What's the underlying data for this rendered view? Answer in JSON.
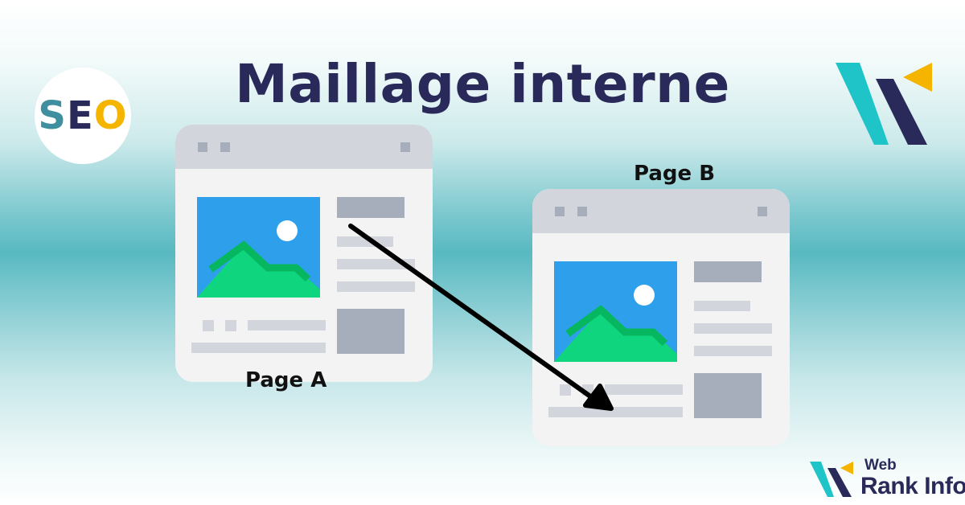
{
  "title": "Maillage interne",
  "seo_badge": {
    "s": "S",
    "e": "E",
    "o": "O"
  },
  "brand": {
    "line1": "Web",
    "line2": "Rank Info"
  },
  "pages": {
    "a_label": "Page A",
    "b_label": "Page B"
  },
  "colors": {
    "navy": "#2a2a5a",
    "teal": "#3f8fa0",
    "yellow": "#f4b400",
    "browser_bg": "#f3f3f3",
    "browser_bar": "#d2d6dc",
    "placeholder": "#a6aebb",
    "image_sky": "#2e9fea",
    "image_hill": "#0fd67e",
    "image_hill_dark": "#06b75f"
  },
  "icons": [
    "seo-badge-icon",
    "webrankinfo-logo-icon",
    "arrow-icon",
    "image-placeholder-icon"
  ]
}
